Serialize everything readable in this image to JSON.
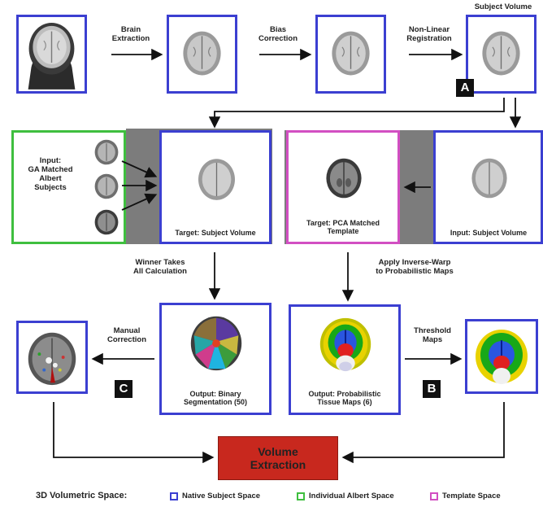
{
  "colors": {
    "native": "#3b3fd1",
    "albert": "#3fbf3f",
    "template": "#d24fc2",
    "extraction": "#c8281e"
  },
  "pipeline": {
    "step_brain_extraction": "Brain\nExtraction",
    "step_bias_correction": "Bias\nCorrection",
    "step_registration": "Non-Linear\nRegistration",
    "subject_volume_title": "Subject Volume",
    "tag_a": "A"
  },
  "middle": {
    "input_ga": "Input:\nGA Matched\nAlbert\nSubjects",
    "target_subject": "Target: Subject Volume",
    "target_template": "Target: PCA Matched\nTemplate",
    "input_subject": "Input: Subject Volume"
  },
  "steps": {
    "winner_takes_all": "Winner Takes\nAll Calculation",
    "inverse_warp": "Apply Inverse-Warp\nto Probabilistic Maps",
    "manual_correction": "Manual\nCorrection",
    "threshold_maps": "Threshold\nMaps"
  },
  "outputs": {
    "binary_segmentation": "Output: Binary\nSegmentation (50)",
    "tissue_maps": "Output: Probabilistic\nTissue Maps (6)",
    "tag_b": "B",
    "tag_c": "C"
  },
  "volume_extraction": "Volume\nExtraction",
  "legend": {
    "title": "3D Volumetric Space:",
    "native": "Native Subject Space",
    "albert": "Individual Albert Space",
    "template": "Template Space"
  }
}
